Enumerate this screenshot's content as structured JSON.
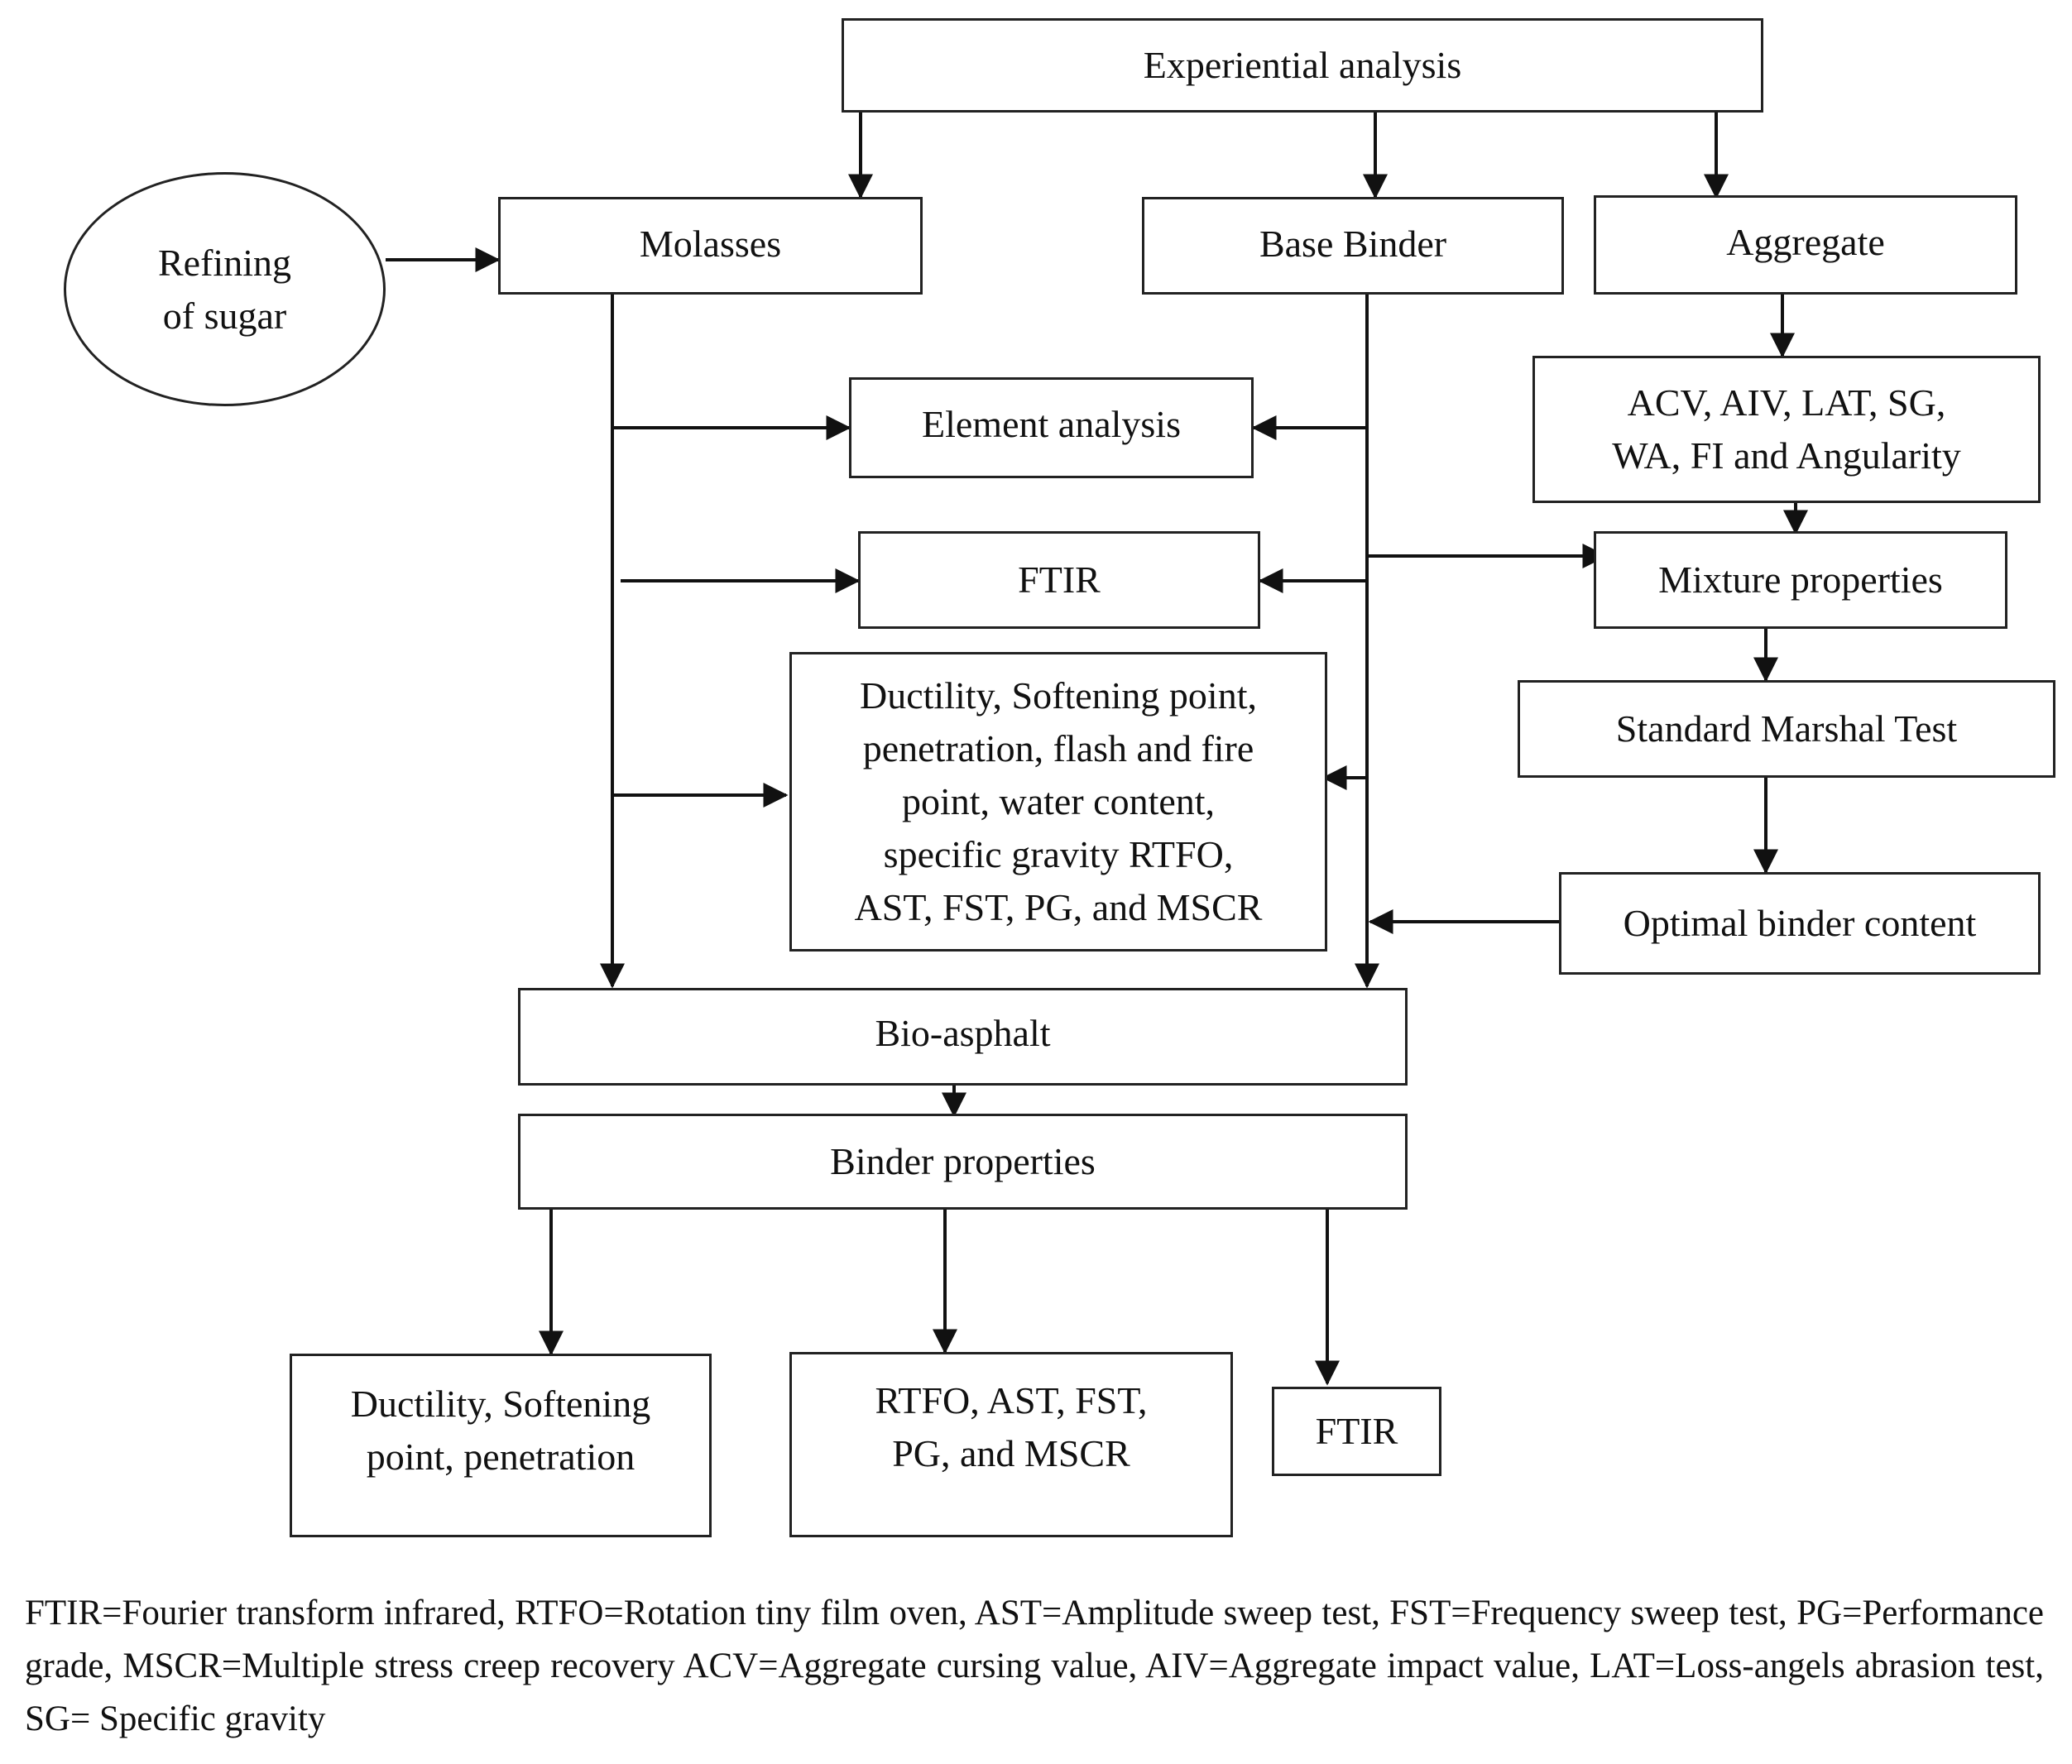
{
  "nodes": {
    "experiential_analysis": "Experiential analysis",
    "refining_of_sugar": "Refining\nof sugar",
    "molasses": "Molasses",
    "base_binder": "Base Binder",
    "aggregate": "Aggregate",
    "element_analysis": "Element analysis",
    "aggregate_tests": "ACV, AIV, LAT, SG,\nWA, FI and Angularity",
    "ftir_middle": "FTIR",
    "mixture_properties": "Mixture properties",
    "binder_tests": "Ductility, Softening point,\npenetration, flash and fire\npoint, water content,\nspecific gravity RTFO,\nAST, FST, PG, and MSCR",
    "standard_marshal_test": "Standard Marshal Test",
    "optimal_binder_content": "Optimal binder content",
    "bio_asphalt": "Bio-asphalt",
    "binder_properties": "Binder properties",
    "ductility_basic": "Ductility, Softening\npoint, penetration",
    "rheology_tests": "RTFO, AST, FST,\nPG, and MSCR",
    "ftir_bottom": "FTIR"
  },
  "footnote": "FTIR=Fourier transform infrared, RTFO=Rotation tiny film oven, AST=Amplitude sweep test, FST=Frequency sweep test, PG=Performance grade, MSCR=Multiple stress creep recovery ACV=Aggregate cursing value, AIV=Aggregate impact value, LAT=Loss-angels abrasion test, SG= Specific gravity"
}
